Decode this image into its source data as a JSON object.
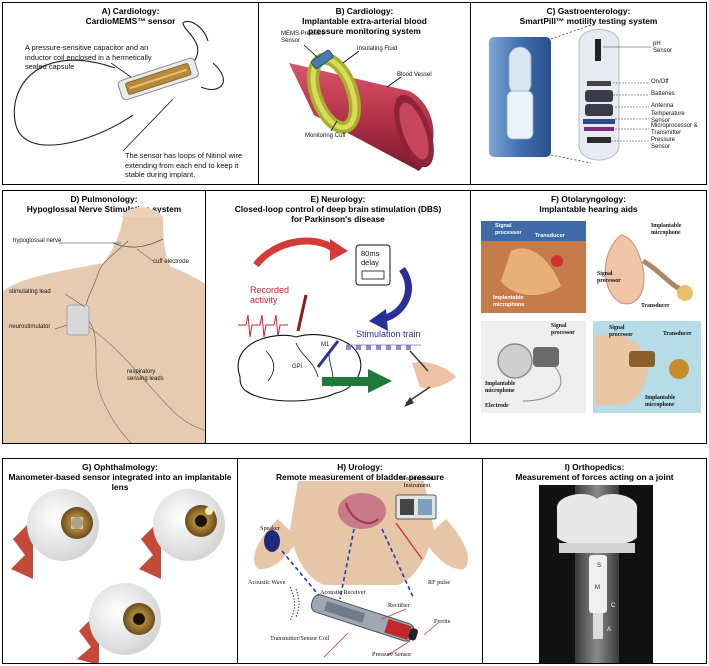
{
  "panels": {
    "a": {
      "title": "A) Cardiology:\nCardioMEMS™  sensor",
      "note1": "A pressure-sensitive capacitor and an inductor coil enclosed in a hermetically sealed capsule",
      "note2": "The sensor has loops of Nitinol wire extending from each end to keep it stable during implant."
    },
    "b": {
      "title": "B) Cardiology:\nImplantable extra-arterial blood\npressure monitoring system",
      "labels": [
        "MEMS Pressure\nSensor",
        "Insulating Fluid",
        "Blood Vessel",
        "Monitoring Cuff"
      ]
    },
    "c": {
      "title": "C) Gastroenterology:\nSmartPill™ motility testing system",
      "labels": [
        "pH\nSensor",
        "On/Off",
        "Batteries",
        "Antenna",
        "Temperature\nSensor",
        "Microprocessor &\nTransmitter",
        "Pressure\nSensor"
      ]
    },
    "d": {
      "title": "D) Pulmonology:\nHypoglossal Nerve Stimulation system",
      "labels": [
        "hypoglossal nerve",
        "cuff electrode",
        "stimulating lead",
        "neurostimulator",
        "respiratory\nsensing leads"
      ]
    },
    "e": {
      "title": "E) Neurology:\nClosed-loop control of deep brain stimulation (DBS)\nfor Parkinson's disease",
      "labels": [
        "Recorded\nactivity",
        "80ms\ndelay",
        "Stimulation train",
        "M1",
        "GPi"
      ]
    },
    "f": {
      "title": "F) Otolaryngology:\nImplantable hearing aids",
      "labels": [
        "Signal\nprocessor",
        "Transducer",
        "Implantable\nmicrophone",
        "Implantable\nmicrophone",
        "Signal\nprocessor",
        "Transducer",
        "Signal\nprocessor",
        "Implantable\nmicrophone",
        "Electrode",
        "Signal\nprocessor",
        "Transducer",
        "Implantable\nmicrophone"
      ]
    },
    "g": {
      "title": "G) Ophthalmology:\nManometer-based sensor integrated into an implantable lens"
    },
    "h": {
      "title": "H) Urology:\nRemote measurement of bladder pressure",
      "labels": [
        "Measurement\nInstrument",
        "Speaker",
        "Acoustic Wave",
        "Acoustic Receiver",
        "RF pulse",
        "Rectifier",
        "Ferrite",
        "Transmitter/Sensor Coil",
        "Pressure Sensor"
      ]
    },
    "i": {
      "title": "I) Orthopedics:\nMeasurement of forces acting on a joint",
      "labels": [
        "S",
        "M",
        "C",
        "A"
      ]
    }
  },
  "colors": {
    "vessel": "#b5324a",
    "cuff": "#c8cc3c",
    "skin": "#e7cbb1",
    "red_arrow": "#d43a36",
    "blue_arrow": "#2a2e9a",
    "green_arrow": "#1f7a3a",
    "iris": "#8a6a2a"
  }
}
